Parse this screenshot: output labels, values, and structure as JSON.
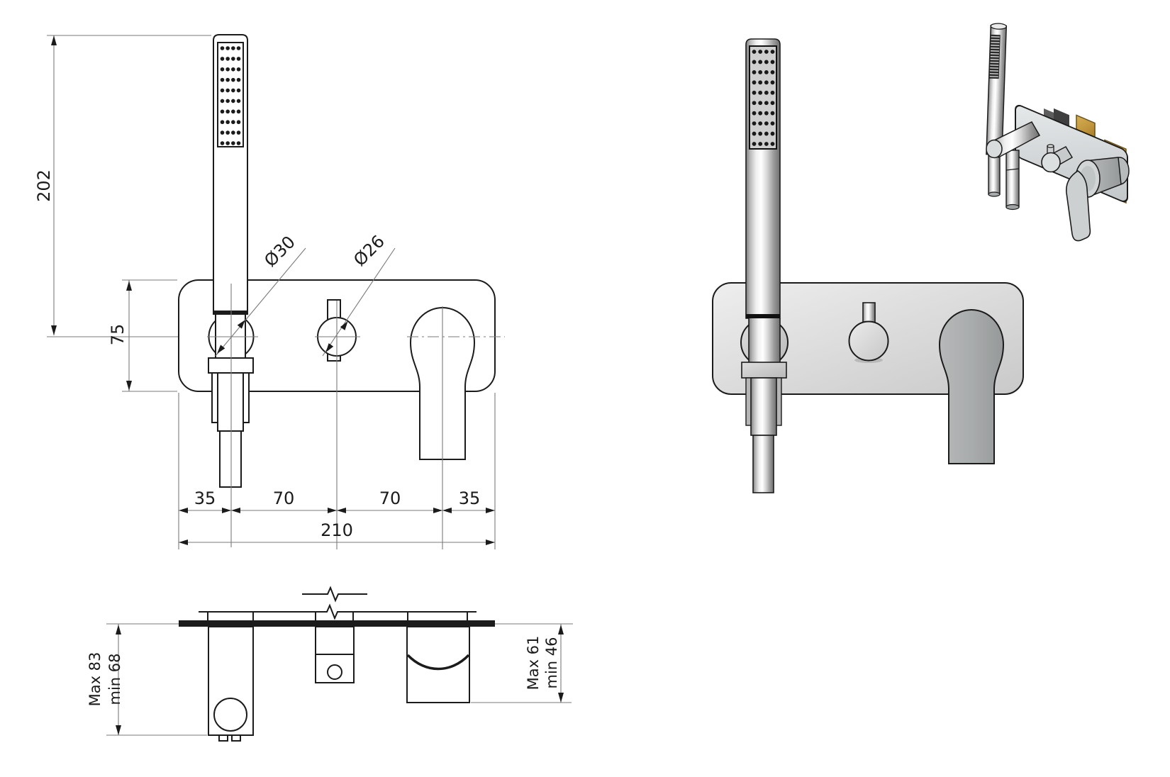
{
  "front_view": {
    "dim_height": "202",
    "dim_plate_height": "75",
    "dim_left_offset": "35",
    "dim_spacing_left": "70",
    "dim_spacing_right": "70",
    "dim_right_offset": "35",
    "dim_total_width": "210",
    "label_holder_diameter": "Ø30",
    "label_diverter_diameter": "Ø26"
  },
  "side_view": {
    "dim_left_depth_max": "Max 83",
    "dim_left_depth_min": "min 68",
    "dim_right_depth_max": "Max 61",
    "dim_right_depth_min": "min 46"
  },
  "colors": {
    "line": "#1b1b1b",
    "thin_line": "#7a7a7a",
    "plate_gray": "#d9d9d9",
    "lever_gray": "#a8a8a8",
    "brass": "#c0953d",
    "background": "#ffffff"
  }
}
